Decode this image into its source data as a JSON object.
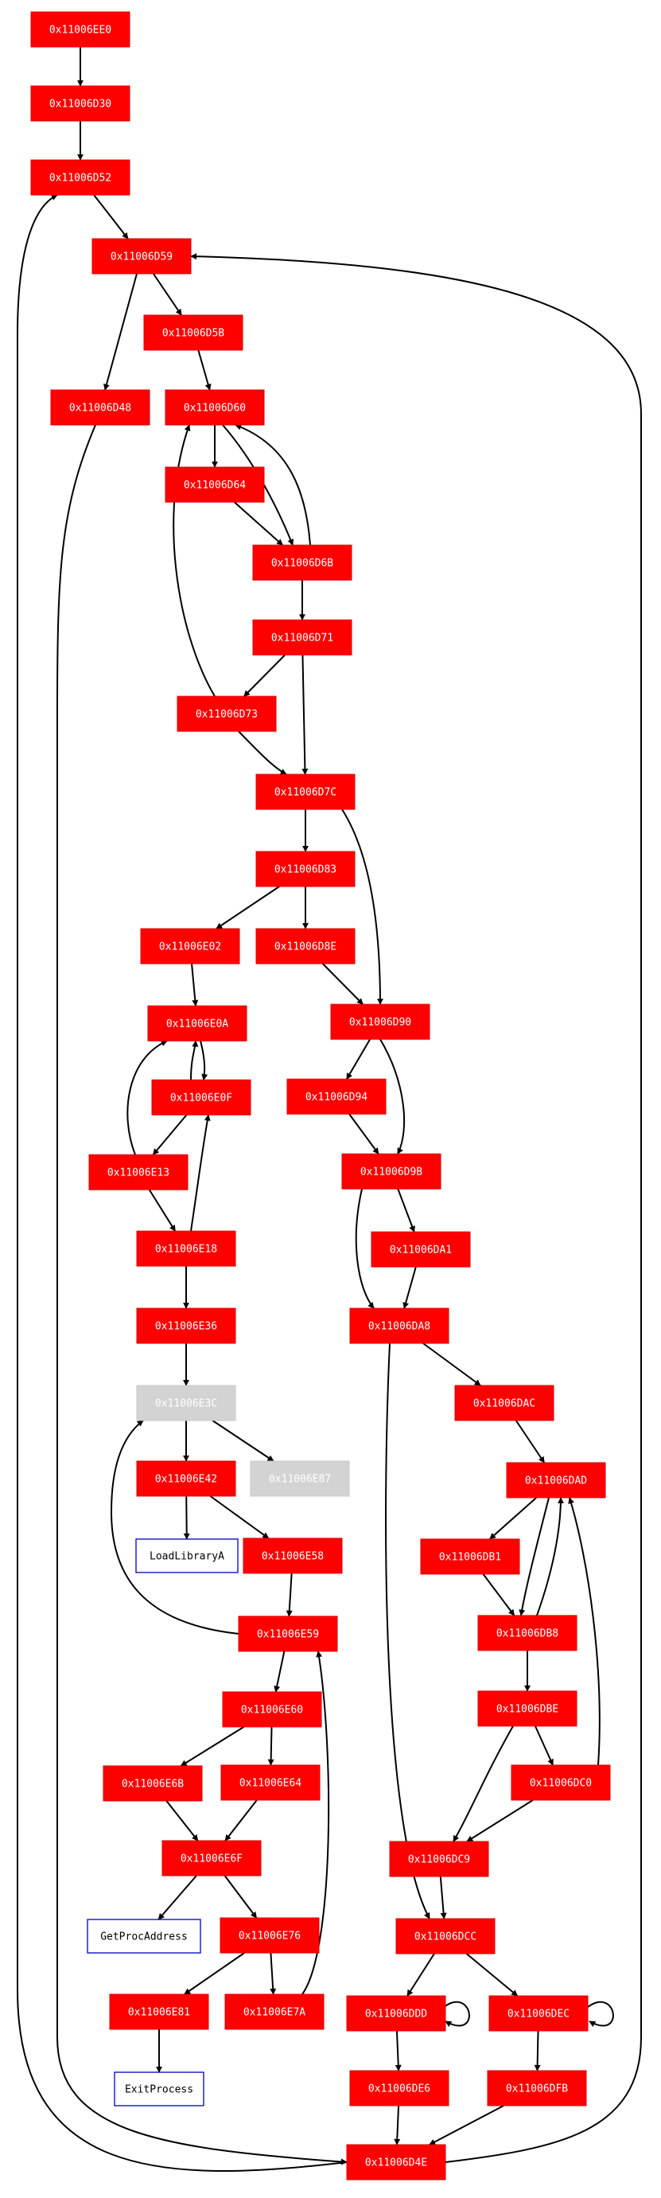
{
  "graph": {
    "nodes": [
      {
        "id": "n_ee0",
        "label": "0x11006EE0",
        "kind": "block"
      },
      {
        "id": "n_d30",
        "label": "0x11006D30",
        "kind": "block"
      },
      {
        "id": "n_d52",
        "label": "0x11006D52",
        "kind": "block"
      },
      {
        "id": "n_d59",
        "label": "0x11006D59",
        "kind": "block"
      },
      {
        "id": "n_d5b",
        "label": "0x11006D5B",
        "kind": "block"
      },
      {
        "id": "n_d48",
        "label": "0x11006D48",
        "kind": "block"
      },
      {
        "id": "n_d60",
        "label": "0x11006D60",
        "kind": "block"
      },
      {
        "id": "n_d64",
        "label": "0x11006D64",
        "kind": "block"
      },
      {
        "id": "n_d6b",
        "label": "0x11006D6B",
        "kind": "block"
      },
      {
        "id": "n_d71",
        "label": "0x11006D71",
        "kind": "block"
      },
      {
        "id": "n_d73",
        "label": "0x11006D73",
        "kind": "block"
      },
      {
        "id": "n_d7c",
        "label": "0x11006D7C",
        "kind": "block"
      },
      {
        "id": "n_d83",
        "label": "0x11006D83",
        "kind": "block"
      },
      {
        "id": "n_e02",
        "label": "0x11006E02",
        "kind": "block"
      },
      {
        "id": "n_d8e",
        "label": "0x11006D8E",
        "kind": "block"
      },
      {
        "id": "n_e0a",
        "label": "0x11006E0A",
        "kind": "block"
      },
      {
        "id": "n_d90",
        "label": "0x11006D90",
        "kind": "block"
      },
      {
        "id": "n_e0f",
        "label": "0x11006E0F",
        "kind": "block"
      },
      {
        "id": "n_d94",
        "label": "0x11006D94",
        "kind": "block"
      },
      {
        "id": "n_e13",
        "label": "0x11006E13",
        "kind": "block"
      },
      {
        "id": "n_d9b",
        "label": "0x11006D9B",
        "kind": "block"
      },
      {
        "id": "n_e18",
        "label": "0x11006E18",
        "kind": "block"
      },
      {
        "id": "n_da1",
        "label": "0x11006DA1",
        "kind": "block"
      },
      {
        "id": "n_e36",
        "label": "0x11006E36",
        "kind": "block"
      },
      {
        "id": "n_da8",
        "label": "0x11006DA8",
        "kind": "block"
      },
      {
        "id": "n_e3c",
        "label": "0x11006E3C",
        "kind": "external"
      },
      {
        "id": "n_dac",
        "label": "0x11006DAC",
        "kind": "block"
      },
      {
        "id": "n_e42",
        "label": "0x11006E42",
        "kind": "block"
      },
      {
        "id": "n_e87",
        "label": "0x11006E87",
        "kind": "external"
      },
      {
        "id": "n_dad",
        "label": "0x11006DAD",
        "kind": "block"
      },
      {
        "id": "n_loadlib",
        "label": "LoadLibraryA",
        "kind": "api"
      },
      {
        "id": "n_e58",
        "label": "0x11006E58",
        "kind": "block"
      },
      {
        "id": "n_db1",
        "label": "0x11006DB1",
        "kind": "block"
      },
      {
        "id": "n_db8",
        "label": "0x11006DB8",
        "kind": "block"
      },
      {
        "id": "n_e59",
        "label": "0x11006E59",
        "kind": "block"
      },
      {
        "id": "n_dbe",
        "label": "0x11006DBE",
        "kind": "block"
      },
      {
        "id": "n_e60",
        "label": "0x11006E60",
        "kind": "block"
      },
      {
        "id": "n_e6b",
        "label": "0x11006E6B",
        "kind": "block"
      },
      {
        "id": "n_e64",
        "label": "0x11006E64",
        "kind": "block"
      },
      {
        "id": "n_dc0",
        "label": "0x11006DC0",
        "kind": "block"
      },
      {
        "id": "n_e6f",
        "label": "0x11006E6F",
        "kind": "block"
      },
      {
        "id": "n_dc9",
        "label": "0x11006DC9",
        "kind": "block"
      },
      {
        "id": "n_getproc",
        "label": "GetProcAddress",
        "kind": "api"
      },
      {
        "id": "n_e76",
        "label": "0x11006E76",
        "kind": "block"
      },
      {
        "id": "n_dcc",
        "label": "0x11006DCC",
        "kind": "block"
      },
      {
        "id": "n_e81",
        "label": "0x11006E81",
        "kind": "block"
      },
      {
        "id": "n_e7a",
        "label": "0x11006E7A",
        "kind": "block"
      },
      {
        "id": "n_ddd",
        "label": "0x11006DDD",
        "kind": "block"
      },
      {
        "id": "n_dec",
        "label": "0x11006DEC",
        "kind": "block"
      },
      {
        "id": "n_exitproc",
        "label": "ExitProcess",
        "kind": "api"
      },
      {
        "id": "n_de6",
        "label": "0x11006DE6",
        "kind": "block"
      },
      {
        "id": "n_dfb",
        "label": "0x11006DFB",
        "kind": "block"
      },
      {
        "id": "n_d4e",
        "label": "0x11006D4E",
        "kind": "block"
      }
    ],
    "edges": [
      {
        "from": "n_ee0",
        "to": "n_d30"
      },
      {
        "from": "n_d30",
        "to": "n_d52"
      },
      {
        "from": "n_d52",
        "to": "n_d59"
      },
      {
        "from": "n_d59",
        "to": "n_d5b"
      },
      {
        "from": "n_d59",
        "to": "n_d48"
      },
      {
        "from": "n_d5b",
        "to": "n_d60"
      },
      {
        "from": "n_d60",
        "to": "n_d64"
      },
      {
        "from": "n_d60",
        "to": "n_d6b"
      },
      {
        "from": "n_d64",
        "to": "n_d6b"
      },
      {
        "from": "n_d6b",
        "to": "n_d60"
      },
      {
        "from": "n_d6b",
        "to": "n_d71"
      },
      {
        "from": "n_d71",
        "to": "n_d73"
      },
      {
        "from": "n_d71",
        "to": "n_d7c"
      },
      {
        "from": "n_d73",
        "to": "n_d60"
      },
      {
        "from": "n_d73",
        "to": "n_d7c"
      },
      {
        "from": "n_d7c",
        "to": "n_d83"
      },
      {
        "from": "n_d7c",
        "to": "n_d90"
      },
      {
        "from": "n_d83",
        "to": "n_e02"
      },
      {
        "from": "n_d83",
        "to": "n_d8e"
      },
      {
        "from": "n_e02",
        "to": "n_e0a"
      },
      {
        "from": "n_d8e",
        "to": "n_d90"
      },
      {
        "from": "n_e0a",
        "to": "n_e0f"
      },
      {
        "from": "n_e0f",
        "to": "n_e0a"
      },
      {
        "from": "n_e0f",
        "to": "n_e13"
      },
      {
        "from": "n_e13",
        "to": "n_e0a"
      },
      {
        "from": "n_e13",
        "to": "n_e18"
      },
      {
        "from": "n_e18",
        "to": "n_e0f"
      },
      {
        "from": "n_e18",
        "to": "n_e36"
      },
      {
        "from": "n_e36",
        "to": "n_e3c"
      },
      {
        "from": "n_e3c",
        "to": "n_e42"
      },
      {
        "from": "n_e3c",
        "to": "n_e87"
      },
      {
        "from": "n_e42",
        "to": "n_loadlib"
      },
      {
        "from": "n_e42",
        "to": "n_e58"
      },
      {
        "from": "n_e58",
        "to": "n_e59"
      },
      {
        "from": "n_e59",
        "to": "n_e3c"
      },
      {
        "from": "n_e59",
        "to": "n_e60"
      },
      {
        "from": "n_e60",
        "to": "n_e6b"
      },
      {
        "from": "n_e60",
        "to": "n_e64"
      },
      {
        "from": "n_e6b",
        "to": "n_e6f"
      },
      {
        "from": "n_e64",
        "to": "n_e6f"
      },
      {
        "from": "n_e6f",
        "to": "n_getproc"
      },
      {
        "from": "n_e6f",
        "to": "n_e76"
      },
      {
        "from": "n_e76",
        "to": "n_e81"
      },
      {
        "from": "n_e76",
        "to": "n_e7a"
      },
      {
        "from": "n_e7a",
        "to": "n_e59"
      },
      {
        "from": "n_e81",
        "to": "n_exitproc"
      },
      {
        "from": "n_d90",
        "to": "n_d94"
      },
      {
        "from": "n_d90",
        "to": "n_d9b"
      },
      {
        "from": "n_d94",
        "to": "n_d9b"
      },
      {
        "from": "n_d9b",
        "to": "n_da1"
      },
      {
        "from": "n_d9b",
        "to": "n_da8"
      },
      {
        "from": "n_da1",
        "to": "n_da8"
      },
      {
        "from": "n_da8",
        "to": "n_dac"
      },
      {
        "from": "n_da8",
        "to": "n_dcc"
      },
      {
        "from": "n_dac",
        "to": "n_dad"
      },
      {
        "from": "n_dad",
        "to": "n_db1"
      },
      {
        "from": "n_dad",
        "to": "n_db8"
      },
      {
        "from": "n_db1",
        "to": "n_db8"
      },
      {
        "from": "n_db8",
        "to": "n_dad"
      },
      {
        "from": "n_db8",
        "to": "n_dbe"
      },
      {
        "from": "n_dbe",
        "to": "n_dc0"
      },
      {
        "from": "n_dbe",
        "to": "n_dc9"
      },
      {
        "from": "n_dc0",
        "to": "n_dad"
      },
      {
        "from": "n_dc0",
        "to": "n_dc9"
      },
      {
        "from": "n_dc9",
        "to": "n_dcc"
      },
      {
        "from": "n_dcc",
        "to": "n_ddd"
      },
      {
        "from": "n_dcc",
        "to": "n_dec"
      },
      {
        "from": "n_ddd",
        "to": "n_ddd"
      },
      {
        "from": "n_ddd",
        "to": "n_de6"
      },
      {
        "from": "n_dec",
        "to": "n_dec"
      },
      {
        "from": "n_dec",
        "to": "n_dfb"
      },
      {
        "from": "n_de6",
        "to": "n_d4e"
      },
      {
        "from": "n_dfb",
        "to": "n_d4e"
      },
      {
        "from": "n_d48",
        "to": "n_d4e"
      },
      {
        "from": "n_d4e",
        "to": "n_d52"
      },
      {
        "from": "n_d4e",
        "to": "n_d59"
      }
    ]
  }
}
